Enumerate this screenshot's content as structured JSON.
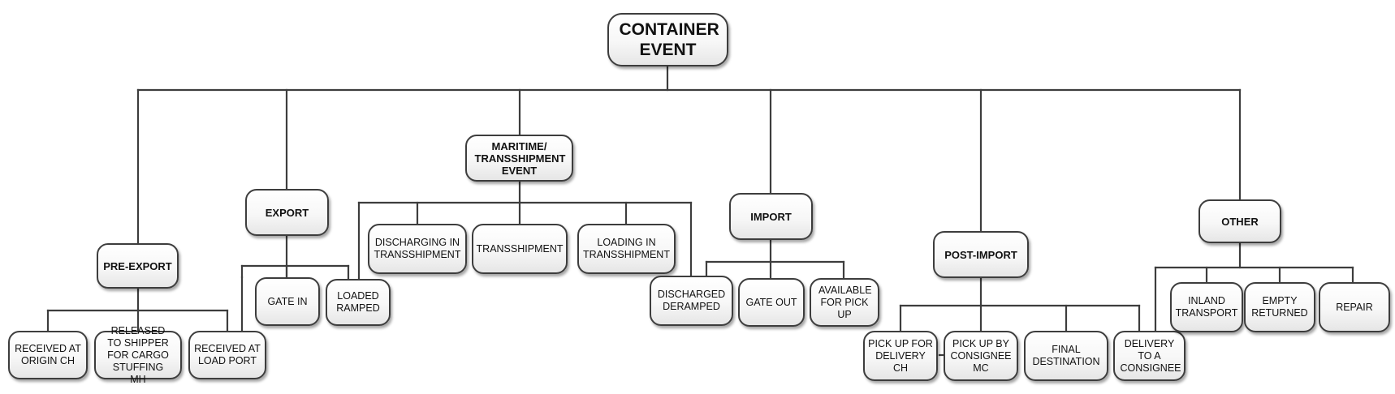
{
  "root": "CONTAINER EVENT",
  "categories": {
    "pre_export": "PRE-EXPORT",
    "export": "EXPORT",
    "maritime": "MARITIME/ TRANSSHIPMENT EVENT",
    "import": "IMPORT",
    "post_import": "POST-IMPORT",
    "other": "OTHER"
  },
  "events": {
    "received_origin": "RECEIVED AT ORIGIN CH",
    "released_shipper": "RELEASED TO SHIPPER FOR CARGO STUFFING MH",
    "received_load_port": "RECEIVED AT LOAD PORT",
    "gate_in": "GATE IN",
    "loaded_ramped": "LOADED RAMPED",
    "discharging_transshipment": "DISCHARGING IN TRANSSHIPMENT",
    "transshipment": "TRANSSHIPMENT",
    "loading_transshipment": "LOADING IN TRANSSHIPMENT",
    "discharged_deramped": "DISCHARGED DERAMPED",
    "gate_out": "GATE OUT",
    "available_pickup": "AVAILABLE FOR PICK UP",
    "pickup_delivery": "PICK UP FOR DELIVERY CH",
    "pickup_consignee": "PICK UP BY CONSIGNEE MC",
    "final_destination": "FINAL DESTINATION",
    "delivery_consignee": "DELIVERY TO A CONSIGNEE",
    "inland_transport": "INLAND TRANSPORT",
    "empty_returned": "EMPTY RETURNED",
    "repair": "REPAIR"
  }
}
